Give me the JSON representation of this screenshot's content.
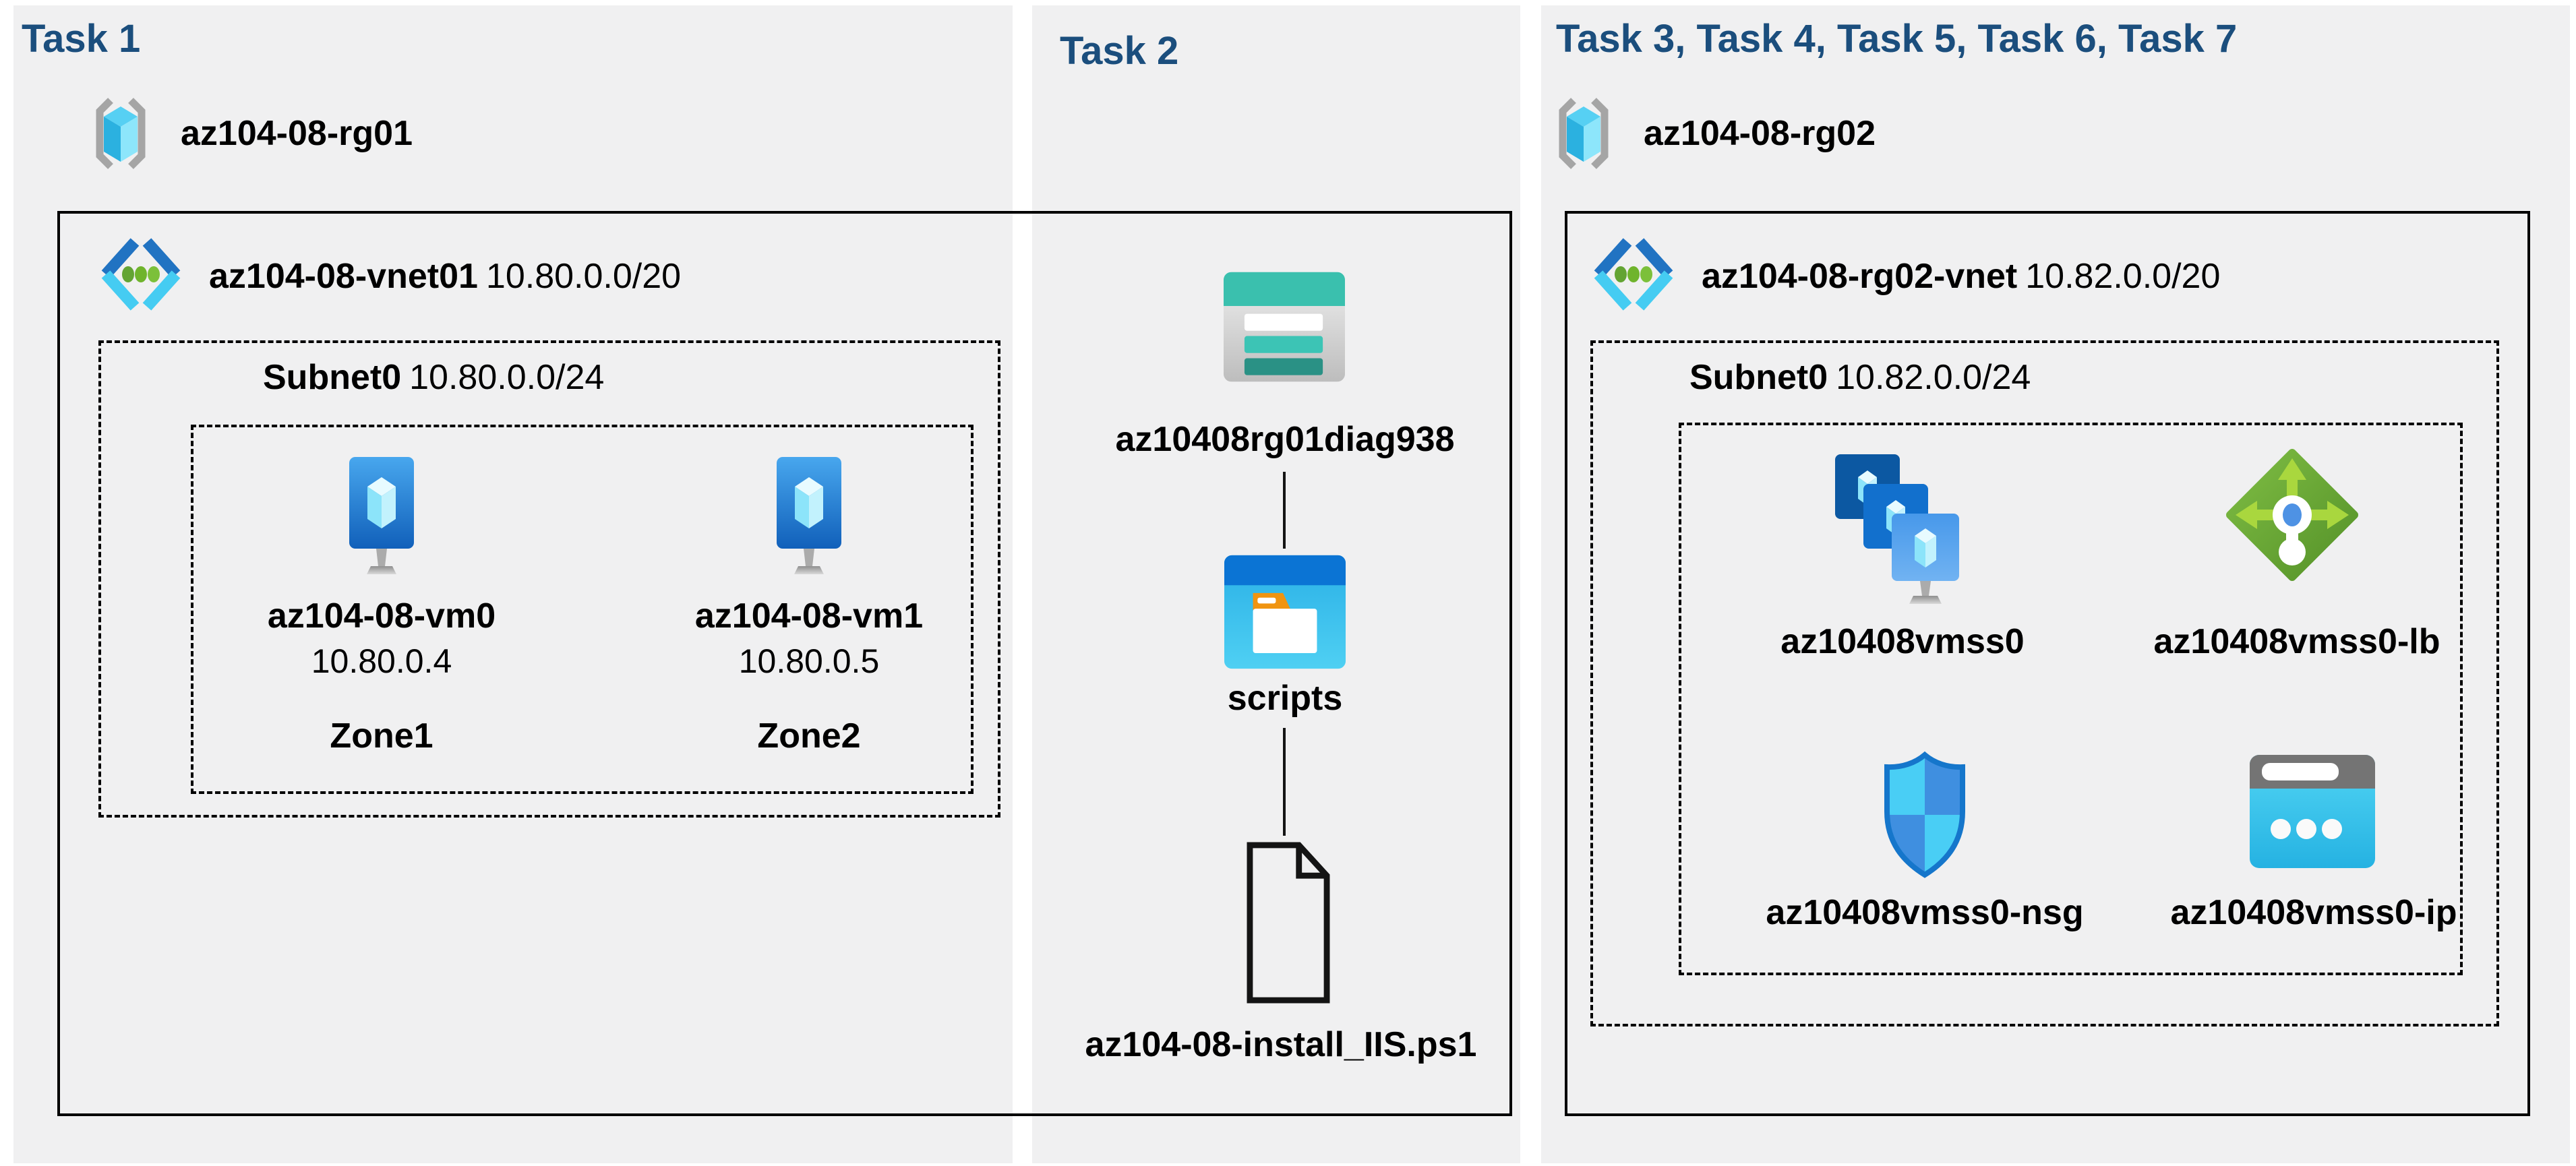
{
  "colors": {
    "panel_bg": "#f0f0f1",
    "title_navy": "#1b4e7d",
    "outline_black": "#000000",
    "vnet_blue": "#2173c2",
    "vnet_cyan": "#45ccf2",
    "vm_blue_top": "#48a7ee",
    "vm_blue_bottom": "#1160ba",
    "lb_green": "#6aa733",
    "nsg_cyan": "#49cef5",
    "nsg_blue": "#3f8fe0",
    "storage_teal": "#3ac0ae",
    "container_blue": "#0b74d4",
    "folder_orange": "#f09410",
    "ip_gray": "#747474",
    "ip_cyan": "#35c5ef"
  },
  "task1": {
    "title": "Task 1",
    "resource_group": "az104-08-rg01",
    "vnet_name": "az104-08-vnet01",
    "vnet_cidr": "10.80.0.0/20",
    "subnet_name": "Subnet0",
    "subnet_cidr": "10.80.0.0/24",
    "vms": [
      {
        "name": "az104-08-vm0",
        "ip": "10.80.0.4",
        "zone": "Zone1"
      },
      {
        "name": "az104-08-vm1",
        "ip": "10.80.0.5",
        "zone": "Zone2"
      }
    ]
  },
  "task2": {
    "title": "Task 2",
    "storage_account": "az10408rg01diag938",
    "container": "scripts",
    "script_file": "az104-08-install_IIS.ps1"
  },
  "task37": {
    "title": "Task 3, Task 4, Task 5, Task 6, Task 7",
    "resource_group": "az104-08-rg02",
    "vnet_name": "az104-08-rg02-vnet",
    "vnet_cidr": "10.82.0.0/20",
    "subnet_name": "Subnet0",
    "subnet_cidr": "10.82.0.0/24",
    "vmss": "az10408vmss0",
    "load_balancer": "az10408vmss0-lb",
    "nsg": "az10408vmss0-nsg",
    "public_ip": "az10408vmss0-ip"
  }
}
